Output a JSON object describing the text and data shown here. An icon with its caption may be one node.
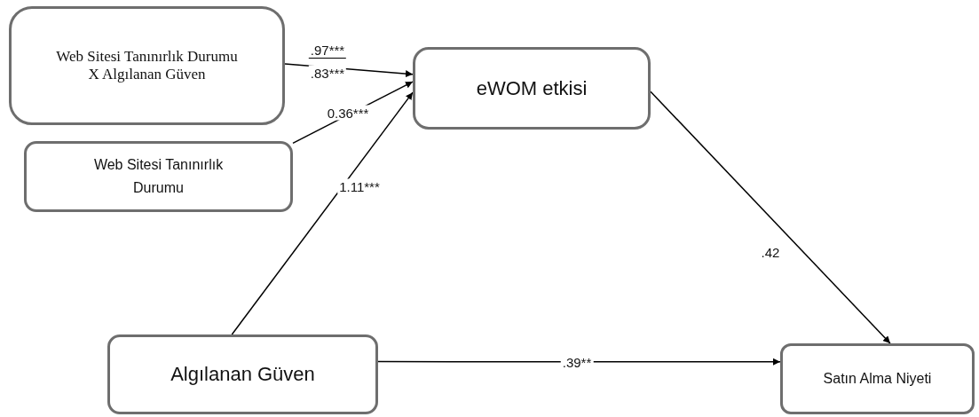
{
  "diagram": {
    "nodes": [
      {
        "text": [
          "Web Sitesi Tanınırlık Durumu X Algılanan Güven"
        ]
      },
      {
        "text": [
          "eWOM etkisi"
        ]
      },
      {
        "text": [
          "Web Sitesi Tanınırlık Durumu"
        ]
      },
      {
        "text": [
          "Algılanan Güven"
        ]
      },
      {
        "text": [
          "Satın Alma Niyeti"
        ]
      }
    ],
    "edges": [
      {
        "from": 0,
        "to": 1,
        "arrow": "to",
        "label": ".97***"
      },
      {
        "from": 2,
        "to": 1,
        "arrow": "to",
        "label": "0.36***"
      },
      {
        "from": 3,
        "to": 1,
        "arrow": "to",
        "label": "1.11***"
      },
      {
        "from": 1,
        "to": 4,
        "arrow": "to",
        "label": ".42"
      },
      {
        "from": 3,
        "to": 4,
        "arrow": "to",
        "label": ".39**"
      }
    ],
    "labels": [
      ".83***"
    ]
  }
}
